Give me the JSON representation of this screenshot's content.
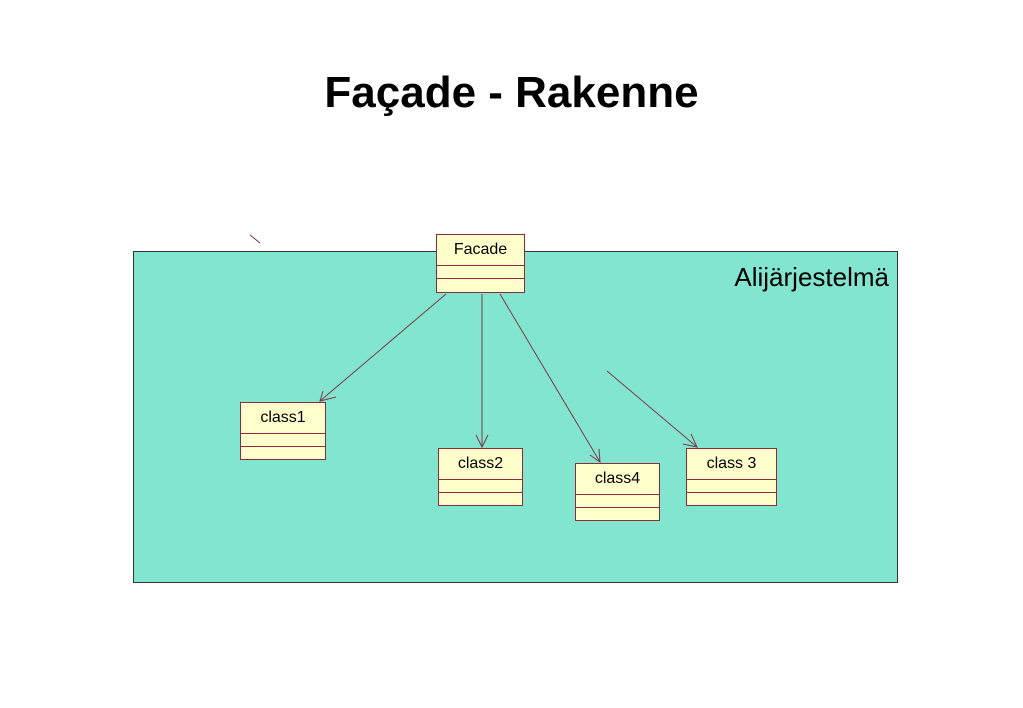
{
  "slide": {
    "title": "Façade - Rakenne"
  },
  "subsystem": {
    "label": "Alijärjestelmä",
    "fill": "#82e5cf"
  },
  "classes": {
    "facade": "Facade",
    "class1": "class1",
    "class2": "class2",
    "class4": "class4",
    "class3": "class 3"
  },
  "colors": {
    "class_fill": "#ffffcc",
    "class_border": "#8b2c3c",
    "arrow": "#7a3a4a"
  }
}
